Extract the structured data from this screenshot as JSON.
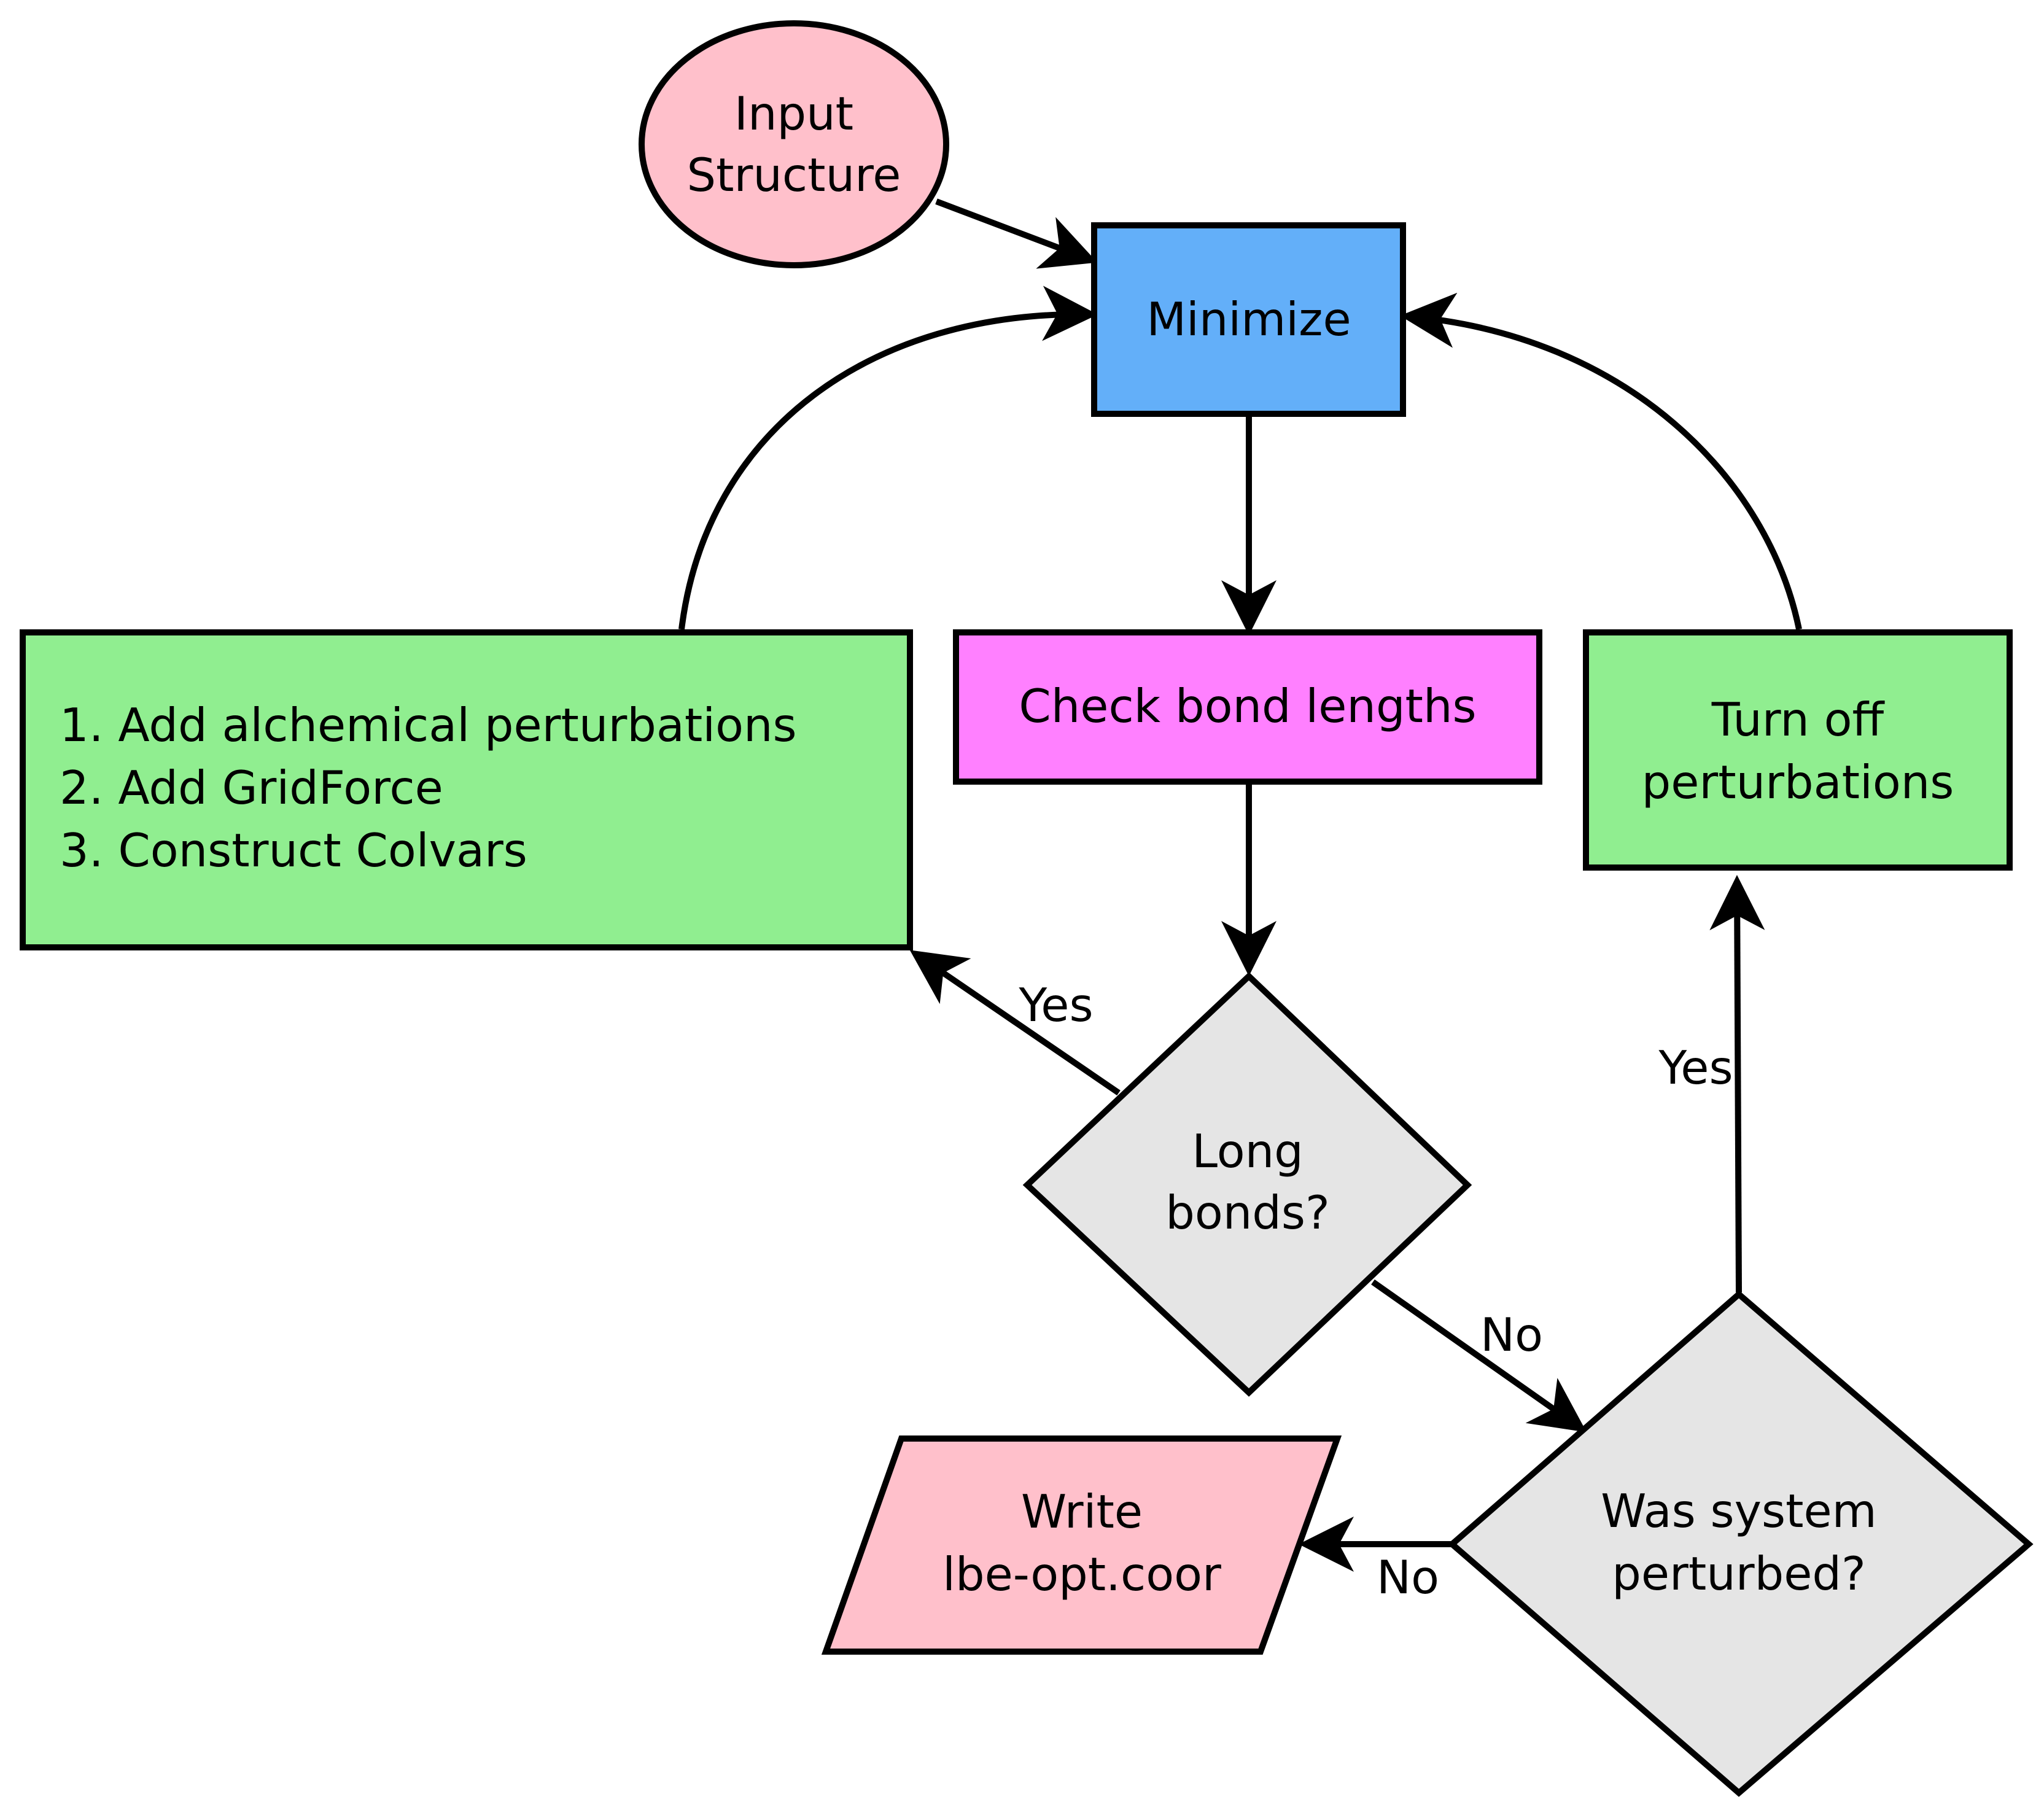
{
  "nodes": {
    "input_structure": {
      "lines": [
        "Input",
        "Structure"
      ],
      "color": "#ffc0cb"
    },
    "minimize": {
      "lines": [
        "Minimize"
      ],
      "color": "#63aff9"
    },
    "check_bonds": {
      "lines": [
        "Check bond lengths"
      ],
      "color": "#ff80ff"
    },
    "add_perturbations": {
      "lines": [
        "1. Add alchemical perturbations",
        "2. Add GridForce",
        "3. Construct Colvars"
      ],
      "color": "#90ee90"
    },
    "turn_off": {
      "lines": [
        "Turn off",
        "perturbations"
      ],
      "color": "#90ee90"
    },
    "long_bonds": {
      "lines": [
        "Long",
        "bonds?"
      ],
      "color": "#e5e5e5"
    },
    "was_perturbed": {
      "lines": [
        "Was system",
        "perturbed?"
      ],
      "color": "#e5e5e5"
    },
    "write_output": {
      "lines": [
        "Write",
        "lbe-opt.coor"
      ],
      "color": "#ffc0cb"
    }
  },
  "edges": {
    "long_yes": "Yes",
    "long_no": "No",
    "perturbed_yes": "Yes",
    "perturbed_no": "No"
  }
}
